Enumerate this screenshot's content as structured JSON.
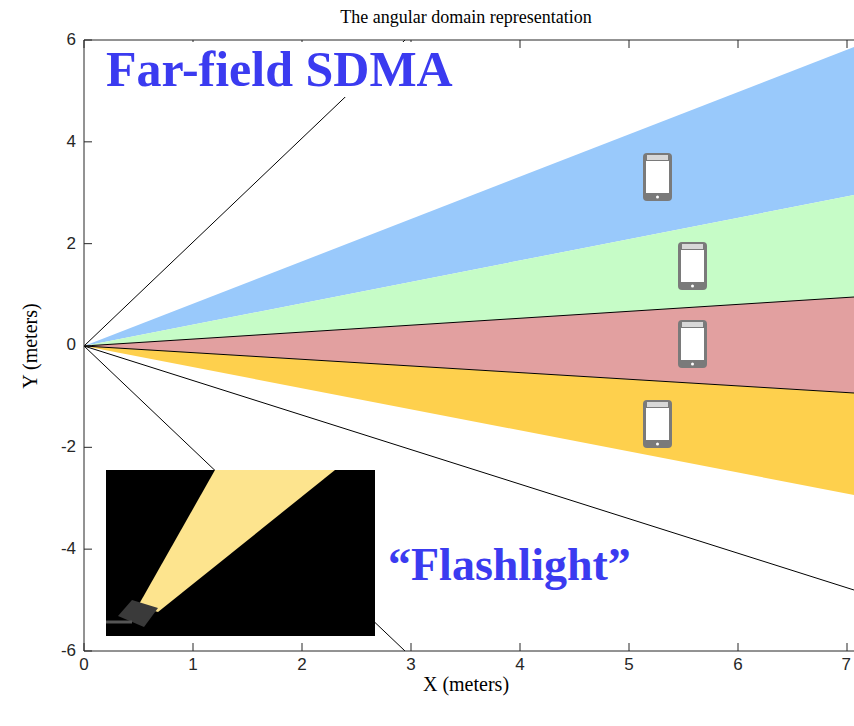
{
  "diagram": {
    "title": "The angular domain representation",
    "labels": [
      "Far-field SDMA",
      "“Flashlight”",
      "X (meters)",
      "Y (meters)",
      "0",
      "1",
      "2",
      "3",
      "4",
      "5",
      "6",
      "7",
      "6",
      "4",
      "2",
      "0",
      "-2",
      "-4",
      "-6"
    ]
  }
}
